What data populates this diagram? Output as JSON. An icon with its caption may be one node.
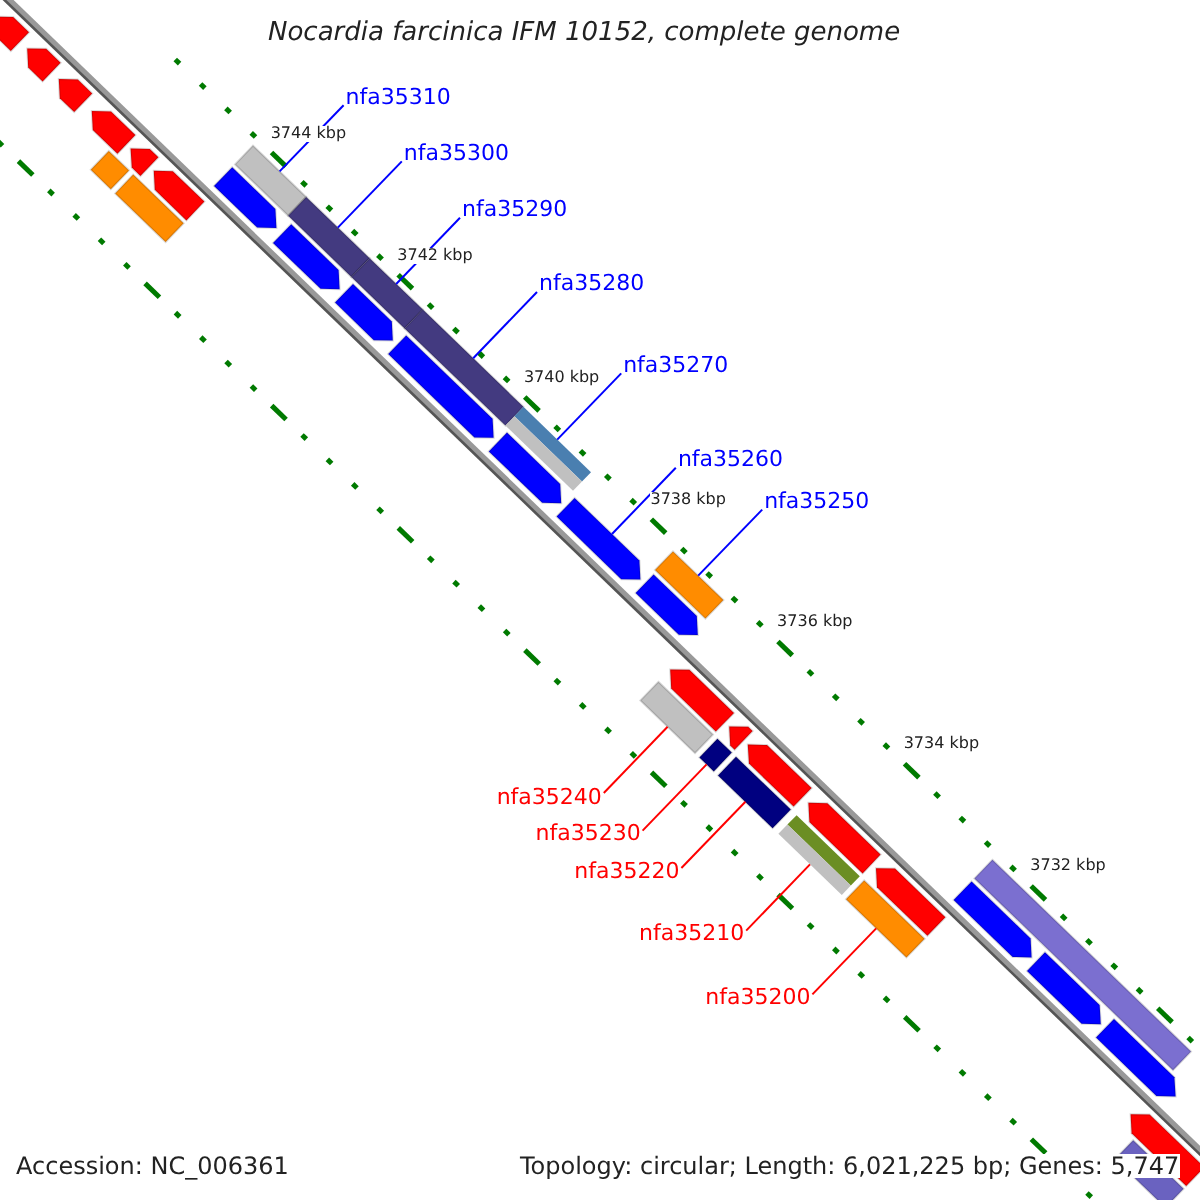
{
  "diagram": {
    "title": "Nocardia farcinica IFM 10152, complete genome",
    "nodes": [
      {
        "text": [
          "nfa35310"
        ]
      },
      {
        "text": [
          "nfa35300"
        ]
      },
      {
        "text": [
          "nfa35290"
        ]
      },
      {
        "text": [
          "nfa35280"
        ]
      },
      {
        "text": [
          "nfa35270"
        ]
      },
      {
        "text": [
          "nfa35260"
        ]
      },
      {
        "text": [
          "nfa35250"
        ]
      },
      {
        "text": [
          "nfa35240"
        ]
      },
      {
        "text": [
          "nfa35230"
        ]
      },
      {
        "text": [
          "nfa35220"
        ]
      },
      {
        "text": [
          "nfa35210"
        ]
      },
      {
        "text": [
          "nfa35200"
        ]
      },
      {
        "text": [],
        "shape": "arrow"
      },
      {
        "text": [],
        "shape": "arrow"
      },
      {
        "text": [],
        "shape": "arrow"
      },
      {
        "text": [],
        "shape": "arrow"
      },
      {
        "text": [],
        "shape": "bar"
      },
      {
        "text": [],
        "shape": "arrow"
      },
      {
        "text": [],
        "shape": "bar"
      },
      {
        "text": [],
        "shape": "arrow"
      },
      {
        "text": [],
        "shape": "bar"
      },
      {
        "text": [],
        "shape": "arrow"
      },
      {
        "text": [],
        "shape": "bar"
      },
      {
        "text": [],
        "shape": "arrow"
      },
      {
        "text": [],
        "shape": "bar"
      },
      {
        "text": [],
        "shape": "arrow"
      },
      {
        "text": [],
        "shape": "bar"
      },
      {
        "text": [],
        "shape": "arrow"
      },
      {
        "text": [],
        "shape": "bar"
      },
      {
        "text": [],
        "shape": "arrow"
      },
      {
        "text": [],
        "shape": "arrow"
      },
      {
        "text": [],
        "shape": "bar"
      },
      {
        "text": [],
        "shape": "arrow"
      },
      {
        "text": [],
        "shape": "bar"
      },
      {
        "text": [],
        "shape": "arrow"
      },
      {
        "text": [],
        "shape": "bar"
      },
      {
        "text": [],
        "shape": "arrow"
      },
      {
        "text": [],
        "shape": "bar"
      },
      {
        "text": [],
        "shape": "arrow"
      },
      {
        "text": [],
        "shape": "bar"
      },
      {
        "text": [],
        "shape": "arrow"
      },
      {
        "text": [],
        "shape": "bar"
      },
      {
        "text": [],
        "shape": "arrow"
      },
      {
        "text": [],
        "shape": "bar"
      },
      {
        "text": [],
        "shape": "arrow"
      },
      {
        "text": [],
        "shape": "arrow"
      },
      {
        "text": [],
        "shape": "arrow"
      },
      {
        "text": [],
        "shape": "arrow"
      },
      {
        "text": [],
        "shape": "bar"
      }
    ],
    "edges": [
      {
        "from": 0,
        "to": 20,
        "arrow": "none"
      },
      {
        "from": 1,
        "to": 22,
        "arrow": "none"
      },
      {
        "from": 2,
        "to": 24,
        "arrow": "none"
      },
      {
        "from": 3,
        "to": 26,
        "arrow": "none"
      },
      {
        "from": 4,
        "to": 28,
        "arrow": "none"
      },
      {
        "from": 5,
        "to": 30,
        "arrow": "none"
      },
      {
        "from": 6,
        "to": 31,
        "arrow": "none"
      },
      {
        "from": 7,
        "to": 33,
        "arrow": "none",
        "color": "#ff0000"
      },
      {
        "from": 8,
        "to": 35,
        "arrow": "none",
        "color": "#ff0000"
      },
      {
        "from": 9,
        "to": 37,
        "arrow": "none",
        "color": "#ff0000"
      },
      {
        "from": 10,
        "to": 39,
        "arrow": "none",
        "color": "#ff0000"
      },
      {
        "from": 11,
        "to": 41,
        "arrow": "none",
        "color": "#ff0000"
      }
    ],
    "labels": [
      "3744 kbp",
      "3742 kbp",
      "3740 kbp",
      "3738 kbp",
      "3736 kbp",
      "3734 kbp",
      "3732 kbp",
      "Accession: NC_006361",
      "Topology: circular; Length: 6,021,225 bp; Genes: 5,747"
    ]
  }
}
